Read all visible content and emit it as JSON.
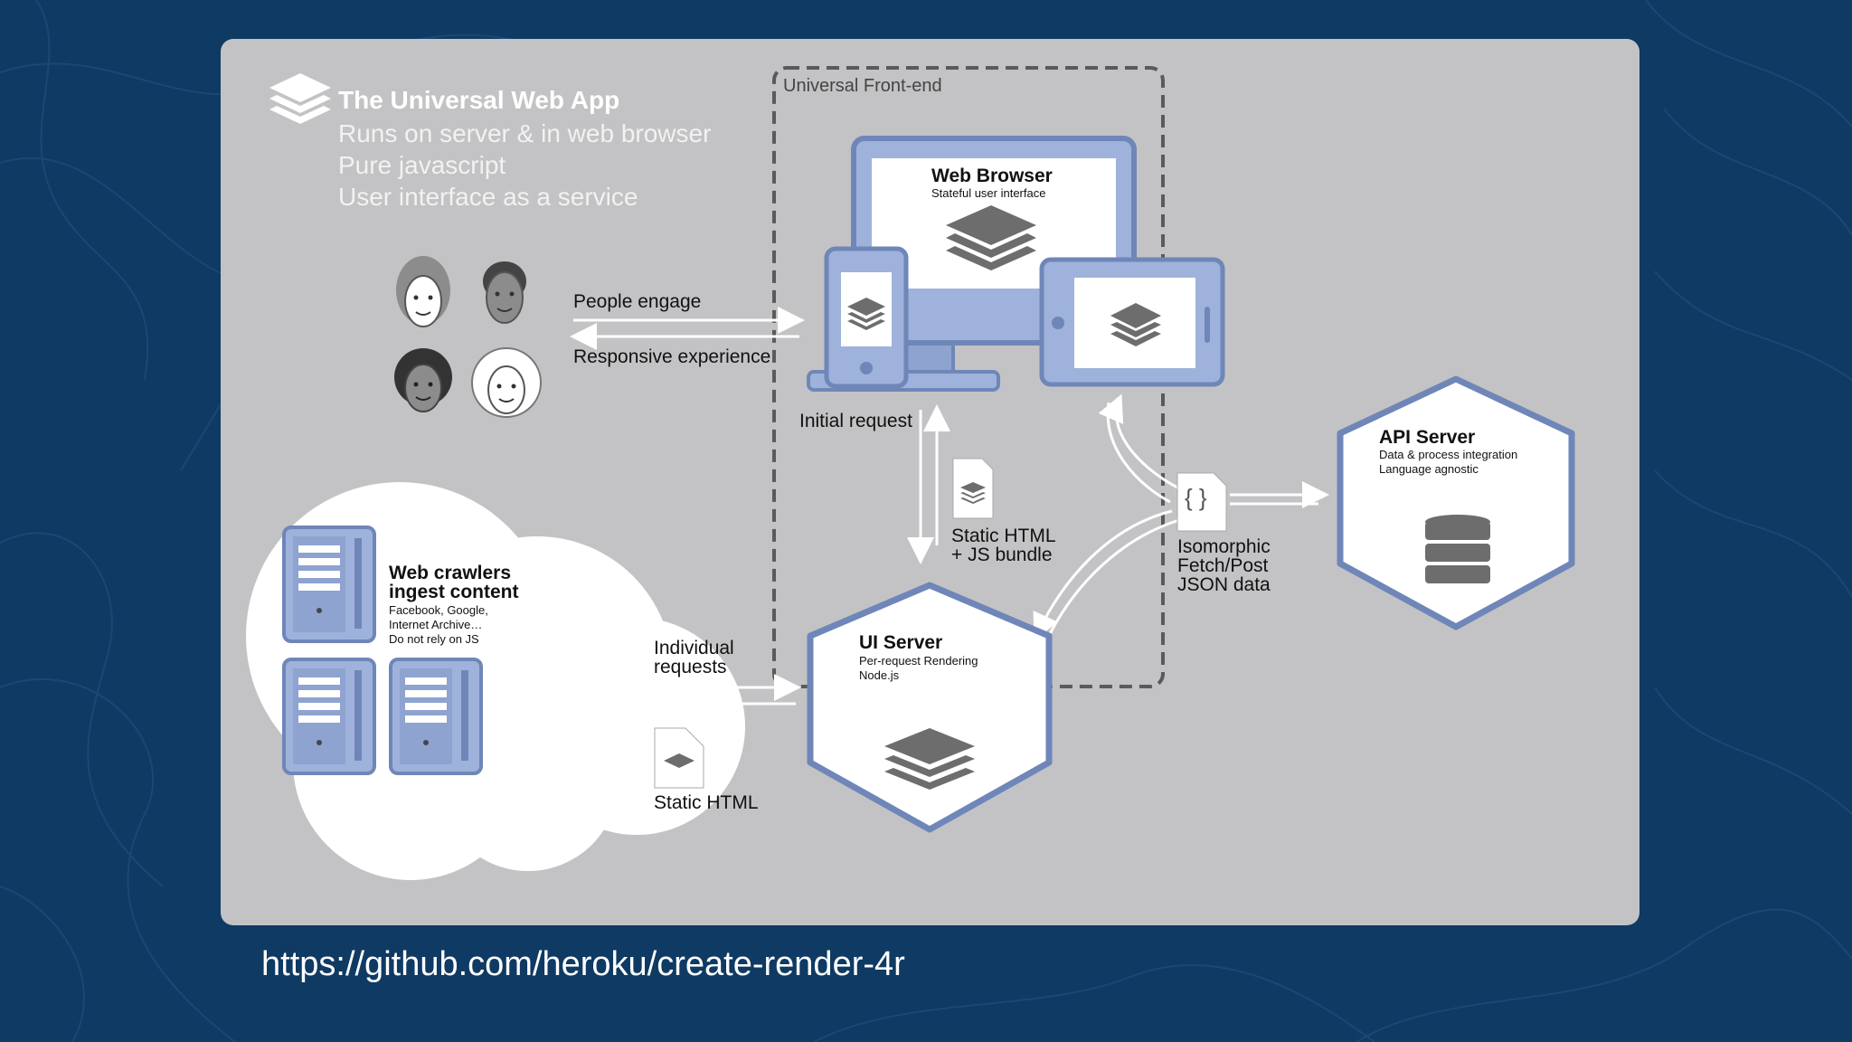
{
  "panel": {
    "title": "The Universal Web App",
    "subtitle_lines": [
      "Runs on server & in web browser",
      "Pure javascript",
      "User interface as a service"
    ]
  },
  "frontend": {
    "label": "Universal Front-end"
  },
  "web_browser": {
    "title": "Web Browser",
    "subtitle": "Stateful user interface"
  },
  "ui_server": {
    "title": "UI Server",
    "line1": "Per-request Rendering",
    "line2": "Node.js"
  },
  "api_server": {
    "title": "API Server",
    "line1": "Data & process integration",
    "line2": "Language agnostic"
  },
  "crawlers": {
    "title1": "Web crawlers",
    "title2": "ingest content",
    "line1": "Facebook, Google,",
    "line2": "Internet Archive…",
    "line3": "Do not rely on JS"
  },
  "arrows": {
    "people_engage": "People engage",
    "responsive_experience": "Responsive experience",
    "initial_request": "Initial request",
    "static_html_js_1": "Static HTML",
    "static_html_js_2": "+ JS bundle",
    "isomorphic_1": "Isomorphic",
    "isomorphic_2": "Fetch/Post",
    "isomorphic_3": "JSON data",
    "individual_requests_1": "Individual",
    "individual_requests_2": "requests",
    "static_html": "Static HTML",
    "json_glyph": "{ }"
  },
  "footer": {
    "url": "https://github.com/heroku/create-render-4r"
  },
  "colors": {
    "background": "#0f3a63",
    "panel": "#c3c3c5",
    "device_blue": "#6f86b8",
    "device_fill": "#9eb2dc",
    "layer_gray": "#6d6d6d"
  }
}
